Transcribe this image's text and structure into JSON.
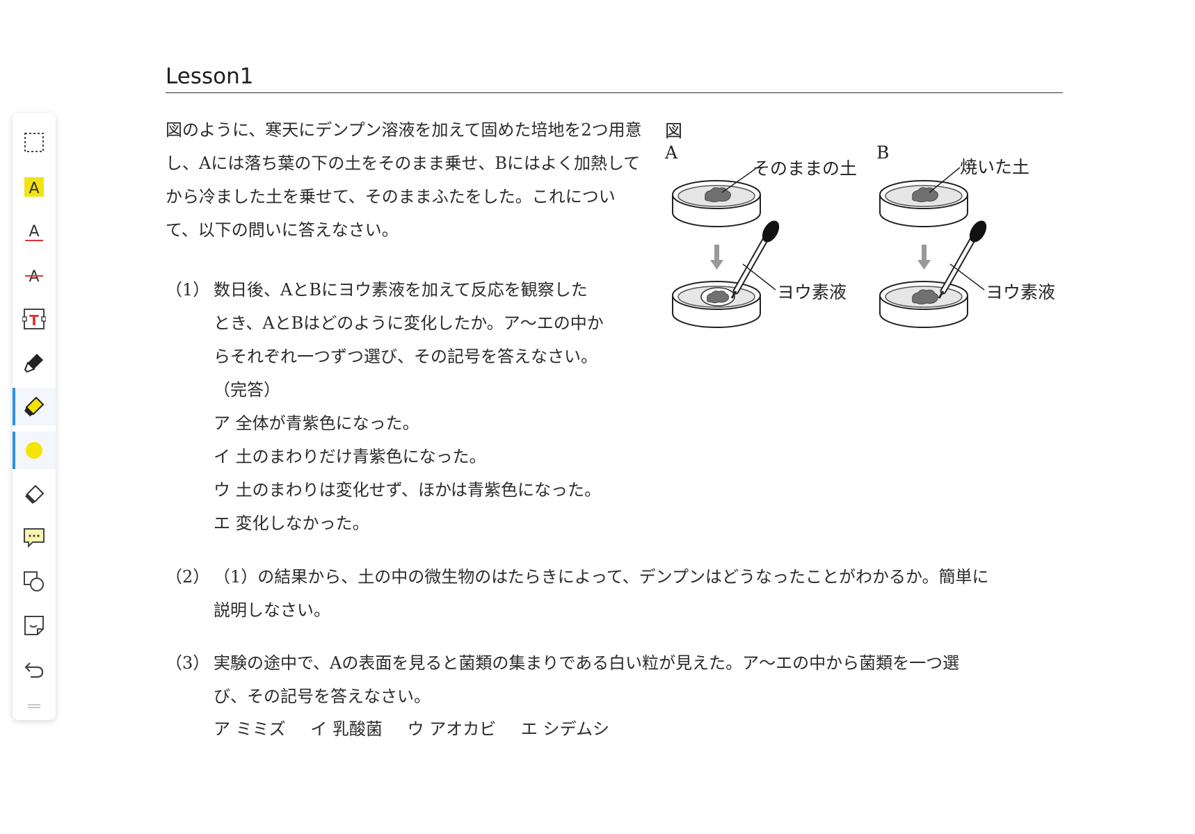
{
  "toolbar": {
    "tools": [
      {
        "name": "rectangle-select",
        "icon": "dashed-rectangle-icon"
      },
      {
        "name": "highlight-text",
        "icon": "highlight-a-icon",
        "glyph": "A",
        "color": "#f2e313"
      },
      {
        "name": "underline-text",
        "icon": "underline-a-icon",
        "glyph": "A",
        "color": "#e03030"
      },
      {
        "name": "strikethrough-text",
        "icon": "strikethrough-a-icon",
        "glyph": "A",
        "color": "#e03030"
      },
      {
        "name": "text-box",
        "icon": "text-box-icon",
        "glyph": "T",
        "color": "#e03030"
      },
      {
        "name": "pen",
        "icon": "pen-icon"
      },
      {
        "name": "highlighter",
        "icon": "highlighter-icon",
        "active": true
      },
      {
        "name": "color",
        "icon": "yellow-color-dot-icon",
        "color": "#f5e400"
      },
      {
        "name": "eraser",
        "icon": "eraser-icon"
      },
      {
        "name": "comment",
        "icon": "comment-icon"
      },
      {
        "name": "shapes",
        "icon": "shapes-icon"
      },
      {
        "name": "sticker",
        "icon": "sticker-icon"
      },
      {
        "name": "undo",
        "icon": "undo-icon"
      }
    ]
  },
  "doc": {
    "title": "Lesson1",
    "intro": "図のように、寒天にデンプン溶液を加えて固めた培地を2つ用意し、Aには落ち葉の下の土をそのまま乗せ、Bにはよく加熱してから冷ました土を乗せて、そのままふたをした。これについて、以下の問いに答えなさい。",
    "q1": {
      "num": "（1）",
      "lines": [
        "数日後、AとBにヨウ素液を加えて反応を観察した",
        "とき、AとBはどのように変化したか。ア～エの中か",
        "らそれぞれ一つずつ選び、その記号を答えなさい。",
        "（完答）"
      ],
      "choices": [
        "ア 全体が青紫色になった。",
        "イ 土のまわりだけ青紫色になった。",
        "ウ 土のまわりは変化せず、ほかは青紫色になった。",
        "エ 変化しなかった。"
      ]
    },
    "q2": {
      "num": "（2）",
      "lines": [
        "（1）の結果から、土の中の微生物のはたらきによって、デンプンはどうなったことがわかるか。簡単に",
        "説明しなさい。"
      ]
    },
    "q3": {
      "num": "（3）",
      "lines": [
        "実験の途中で、Aの表面を見ると菌類の集まりである白い粒が見えた。ア～エの中から菌類を一つ選",
        "び、その記号を答えなさい。"
      ],
      "choices": [
        "ア ミミズ",
        "イ 乳酸菌",
        "ウ アオカビ",
        "エ シデムシ"
      ]
    },
    "figure": {
      "caption": "図",
      "label_a": "A",
      "label_b": "B",
      "soil_a": "そのままの土",
      "soil_b": "焼いた土",
      "iodine_a": "ヨウ素液",
      "iodine_b": "ヨウ素液"
    }
  }
}
